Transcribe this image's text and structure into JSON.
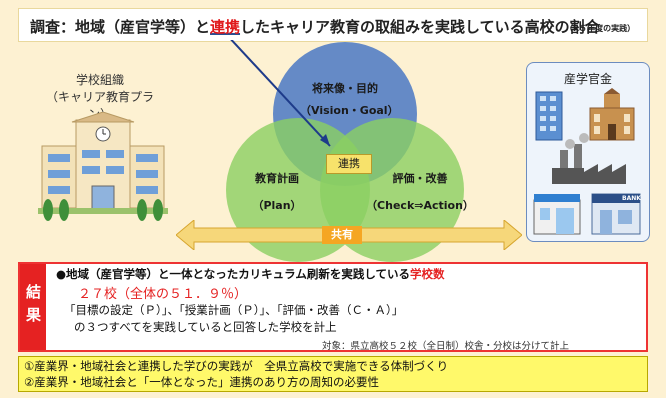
{
  "title": {
    "prefix": "調査：地域（産官学等）と",
    "highlight": "連携",
    "suffix": "したキャリア教育の取組みを実践している高校の割合",
    "note": "（R５年度の実践）"
  },
  "school": {
    "label_line1": "学校組織",
    "label_line2": "（キャリア教育プラン）"
  },
  "venn": {
    "top": {
      "title": "将来像・目的",
      "sub": "（Vision・Goal）",
      "color": "#4a78c4"
    },
    "left": {
      "title": "教育計画",
      "sub": "（Plan）",
      "color": "#8bcf62"
    },
    "right": {
      "title": "評価・改善",
      "sub": "（Check⇒Action）",
      "color": "#8bcf62"
    },
    "center": "連携",
    "arrow_label": "共有",
    "arrow_color": "#f6d77a"
  },
  "sankan": {
    "label": "産学官金"
  },
  "result": {
    "tag": "結果",
    "head_prefix": "●地域（産官学等）と一体となったカリキュラム刷新を実践している",
    "head_red": "学校数",
    "count": "２７校（全体の５１．９％）",
    "sub1": "「目標の設定（Ｐ）」、「授業計画（Ｐ）」、「評価・改善（Ｃ・Ａ）」",
    "sub2": "の３つすべてを実践していると回答した学校を計上",
    "note": "対象：県立高校５２校（全日制）校舎・分校は分けて計上"
  },
  "issues": {
    "line1": "①産業界・地域社会と連携した学びの実践が　全県立高校で実施できる体制づくり",
    "line2": "②産業界・地域社会と「一体となった」連携のあり方の周知の必要性"
  },
  "colors": {
    "accent_red": "#e52222",
    "title_highlight": "#e0191b",
    "issue_bg": "#fff96a"
  }
}
